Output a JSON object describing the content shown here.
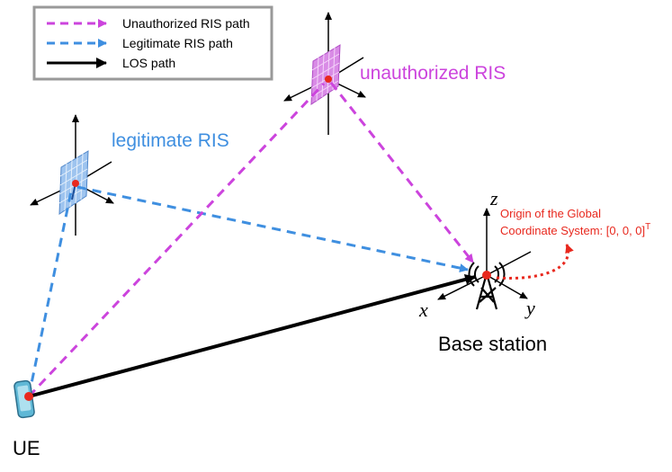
{
  "legend": {
    "items": [
      {
        "label": "Unauthorized RIS path",
        "color": "#cc44dd",
        "style": "dashed"
      },
      {
        "label": "Legitimate RIS path",
        "color": "#3f8fe0",
        "style": "dashed"
      },
      {
        "label": "LOS path",
        "color": "#000000",
        "style": "solid"
      }
    ]
  },
  "labels": {
    "unauthorized_ris": "unauthorized RIS",
    "legitimate_ris": "legitimate RIS",
    "origin_line1": "Origin of the Global",
    "origin_line2": "Coordinate System: [0, 0, 0]",
    "origin_sup": "T",
    "axis_z": "z",
    "axis_x": "x",
    "axis_y": "y",
    "base_station": "Base station",
    "ue": "UE"
  },
  "colors": {
    "unauthorized": "#cc44dd",
    "legitimate": "#3f8fe0",
    "los": "#000000",
    "node": "#e8281e",
    "origin_text": "#e8281e"
  },
  "icons": {
    "ue": "phone-icon",
    "base_station": "antenna-tower-icon",
    "legitimate_ris": "ris-panel-icon",
    "unauthorized_ris": "ris-panel-icon"
  }
}
